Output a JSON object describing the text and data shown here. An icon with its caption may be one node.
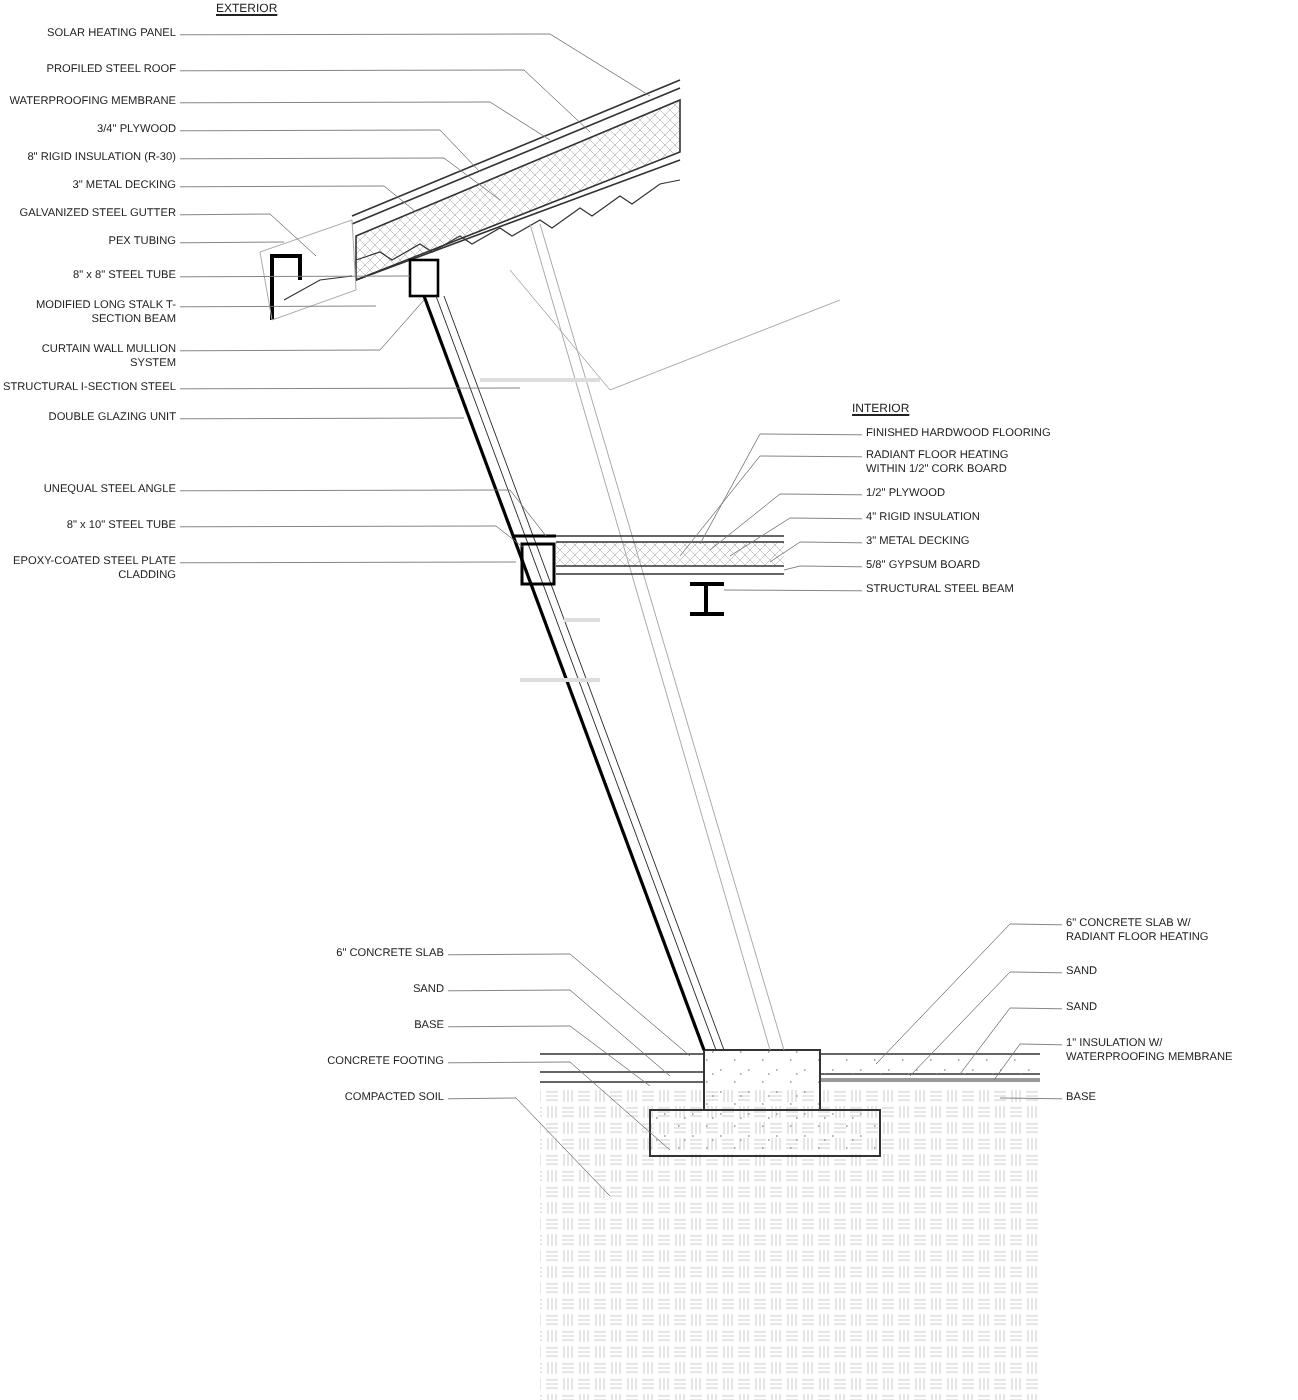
{
  "diagram": {
    "nodes": [
      {
        "text": [
          "SOLAR HEATING PANEL"
        ]
      },
      {
        "text": [
          "PROFILED STEEL ROOF"
        ]
      },
      {
        "text": [
          "WATERPROOFING MEMBRANE"
        ]
      },
      {
        "text": [
          "3/4\" PLYWOOD"
        ]
      },
      {
        "text": [
          "8\" RIGID INSULATION (R-30)"
        ]
      },
      {
        "text": [
          "3\" METAL DECKING"
        ]
      },
      {
        "text": [
          "GALVANIZED STEEL GUTTER"
        ]
      },
      {
        "text": [
          "PEX TUBING"
        ]
      },
      {
        "text": [
          "8\" x 8\" STEEL TUBE"
        ]
      },
      {
        "text": [
          "MODIFIED LONG STALK T-SECTION BEAM"
        ]
      },
      {
        "text": [
          "CURTAIN WALL MULLION SYSTEM"
        ]
      },
      {
        "text": [
          "STRUCTURAL I-SECTION STEEL"
        ]
      },
      {
        "text": [
          "DOUBLE GLAZING UNIT"
        ]
      },
      {
        "text": [
          "UNEQUAL STEEL ANGLE"
        ]
      },
      {
        "text": [
          "8\" x 10\" STEEL TUBE"
        ]
      },
      {
        "text": [
          "EPOXY-COATED STEEL PLATE CLADDING"
        ]
      },
      {
        "text": [
          "FINISHED HARDWOOD FLOORING"
        ]
      },
      {
        "text": [
          "RADIANT FLOOR HEATING WITHIN 1/2\" CORK BOARD"
        ]
      },
      {
        "text": [
          "1/2\" PLYWOOD"
        ]
      },
      {
        "text": [
          "4\" RIGID INSULATION"
        ]
      },
      {
        "text": [
          "3\" METAL DECKING"
        ]
      },
      {
        "text": [
          "5/8\" GYPSUM BOARD"
        ]
      },
      {
        "text": [
          "STRUCTURAL STEEL BEAM"
        ]
      },
      {
        "text": [
          "6\" CONCRETE SLAB"
        ]
      },
      {
        "text": [
          "SAND"
        ]
      },
      {
        "text": [
          "BASE"
        ]
      },
      {
        "text": [
          "CONCRETE FOOTING"
        ]
      },
      {
        "text": [
          "COMPACTED SOIL"
        ]
      },
      {
        "text": [
          "6\" CONCRETE SLAB W/ RADIANT FLOOR HEATING"
        ]
      },
      {
        "text": [
          "SAND"
        ]
      },
      {
        "text": [
          "SAND"
        ]
      },
      {
        "text": [
          "1\" INSULATION W/ WATERPROOFING MEMBRANE"
        ]
      },
      {
        "text": [
          "BASE"
        ]
      }
    ],
    "edges": [
      {
        "from": 0,
        "to": null,
        "arrow": "none"
      },
      {
        "from": 1,
        "to": null,
        "arrow": "none"
      },
      {
        "from": 2,
        "to": null,
        "arrow": "none"
      },
      {
        "from": 3,
        "to": null,
        "arrow": "none"
      },
      {
        "from": 4,
        "to": null,
        "arrow": "none"
      },
      {
        "from": 5,
        "to": null,
        "arrow": "none"
      },
      {
        "from": 6,
        "to": null,
        "arrow": "none"
      },
      {
        "from": 7,
        "to": null,
        "arrow": "none"
      },
      {
        "from": 8,
        "to": null,
        "arrow": "none"
      },
      {
        "from": 9,
        "to": null,
        "arrow": "none"
      },
      {
        "from": 10,
        "to": null,
        "arrow": "none"
      },
      {
        "from": 11,
        "to": null,
        "arrow": "none"
      },
      {
        "from": 12,
        "to": null,
        "arrow": "none"
      },
      {
        "from": 13,
        "to": null,
        "arrow": "none"
      },
      {
        "from": 14,
        "to": null,
        "arrow": "none"
      },
      {
        "from": 15,
        "to": null,
        "arrow": "none"
      },
      {
        "from": 16,
        "to": null,
        "arrow": "none"
      },
      {
        "from": 17,
        "to": null,
        "arrow": "none"
      },
      {
        "from": 18,
        "to": null,
        "arrow": "none"
      },
      {
        "from": 19,
        "to": null,
        "arrow": "none"
      },
      {
        "from": 20,
        "to": null,
        "arrow": "none"
      },
      {
        "from": 21,
        "to": null,
        "arrow": "none"
      },
      {
        "from": 22,
        "to": null,
        "arrow": "none"
      },
      {
        "from": 23,
        "to": null,
        "arrow": "none"
      },
      {
        "from": 24,
        "to": null,
        "arrow": "none"
      },
      {
        "from": 25,
        "to": null,
        "arrow": "none"
      },
      {
        "from": 26,
        "to": null,
        "arrow": "none"
      },
      {
        "from": 27,
        "to": null,
        "arrow": "none"
      },
      {
        "from": 28,
        "to": null,
        "arrow": "none"
      },
      {
        "from": 29,
        "to": null,
        "arrow": "none"
      },
      {
        "from": 30,
        "to": null,
        "arrow": "none"
      },
      {
        "from": 31,
        "to": null,
        "arrow": "none"
      },
      {
        "from": 32,
        "to": null,
        "arrow": "none"
      }
    ],
    "labels": [
      "EXTERIOR",
      "INTERIOR"
    ]
  }
}
